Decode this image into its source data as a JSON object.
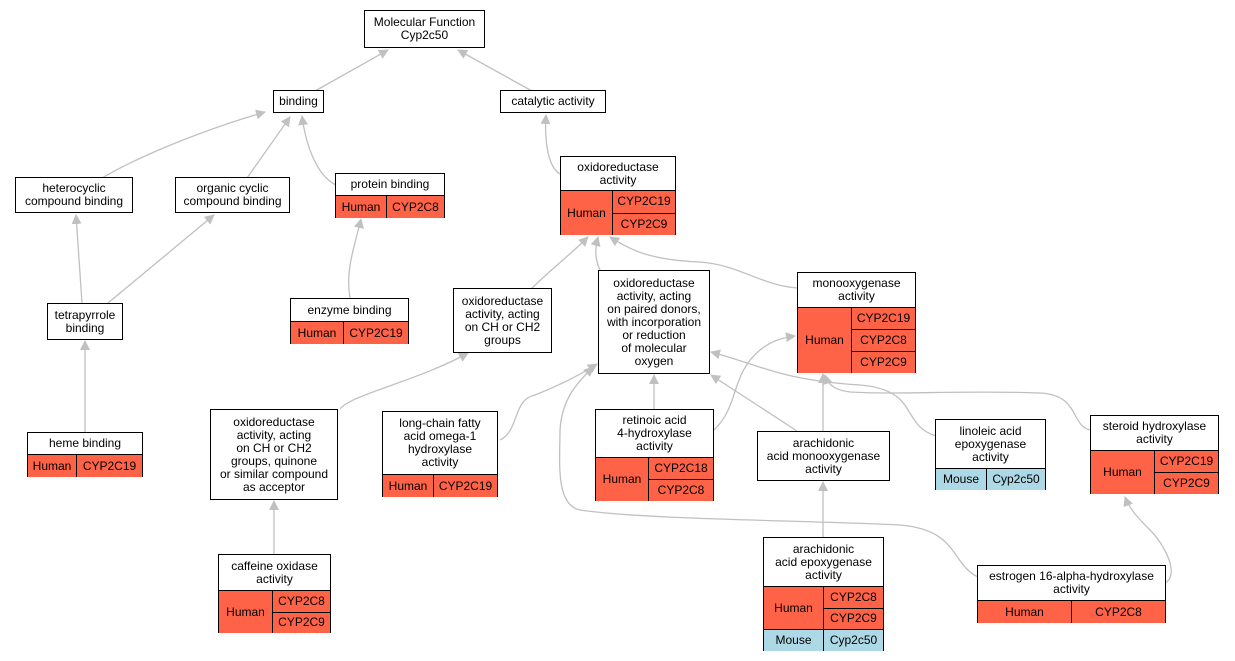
{
  "colors": {
    "human": "#ff6347",
    "mouse": "#add8e6",
    "edge": "#c0c0c0"
  },
  "nodes": {
    "root": {
      "title": "Molecular Function\nCyp2c50"
    },
    "binding": {
      "title": "binding"
    },
    "catalytic": {
      "title": "catalytic activity"
    },
    "heterocyclic": {
      "title": "heterocyclic\ncompound binding"
    },
    "organic_cyclic": {
      "title": "organic cyclic\ncompound binding"
    },
    "protein_binding": {
      "title": "protein binding",
      "species": "Human",
      "genes": [
        "CYP2C8"
      ]
    },
    "oxidoreductase": {
      "title": "oxidoreductase\nactivity",
      "species": "Human",
      "genes": [
        "CYP2C19",
        "CYP2C9"
      ]
    },
    "tetrapyrrole": {
      "title": "tetrapyrrole\nbinding"
    },
    "enzyme_binding": {
      "title": "enzyme binding",
      "species": "Human",
      "genes": [
        "CYP2C19"
      ]
    },
    "oxred_ch": {
      "title": "oxidoreductase\nactivity, acting\non CH or CH2\ngroups"
    },
    "oxred_paired": {
      "title": "oxidoreductase\nactivity, acting\non paired donors,\nwith incorporation\nor reduction\nof molecular\noxygen"
    },
    "monooxygenase": {
      "title": "monooxygenase\nactivity",
      "species": "Human",
      "genes": [
        "CYP2C19",
        "CYP2C8",
        "CYP2C9"
      ]
    },
    "heme_binding": {
      "title": "heme binding",
      "species": "Human",
      "genes": [
        "CYP2C19"
      ]
    },
    "oxred_quinone": {
      "title": "oxidoreductase\nactivity, acting\non CH or CH2\ngroups, quinone\nor similar compound\nas acceptor"
    },
    "longchain": {
      "title": "long-chain fatty\nacid omega-1\nhydroxylase\nactivity",
      "species": "Human",
      "genes": [
        "CYP2C19"
      ]
    },
    "retinoic": {
      "title": "retinoic acid\n4-hydroxylase\nactivity",
      "species": "Human",
      "genes": [
        "CYP2C18",
        "CYP2C8"
      ]
    },
    "arach_mono": {
      "title": "arachidonic\nacid monooxygenase\nactivity"
    },
    "linoleic": {
      "title": "linoleic acid\nepoxygenase\nactivity",
      "species": "Mouse",
      "genes": [
        "Cyp2c50"
      ]
    },
    "steroid": {
      "title": "steroid hydroxylase\nactivity",
      "species": "Human",
      "genes": [
        "CYP2C19",
        "CYP2C9"
      ]
    },
    "caffeine": {
      "title": "caffeine oxidase\nactivity",
      "species": "Human",
      "genes": [
        "CYP2C8",
        "CYP2C9"
      ]
    },
    "arach_epox": {
      "title": "arachidonic\nacid epoxygenase\nactivity",
      "groups": [
        {
          "species": "Human",
          "genes": [
            "CYP2C8",
            "CYP2C9"
          ]
        },
        {
          "species": "Mouse",
          "genes": [
            "Cyp2c50"
          ]
        }
      ]
    },
    "estrogen": {
      "title": "estrogen 16-alpha-hydroxylase\nactivity",
      "species": "Human",
      "genes": [
        "CYP2C8"
      ]
    }
  }
}
